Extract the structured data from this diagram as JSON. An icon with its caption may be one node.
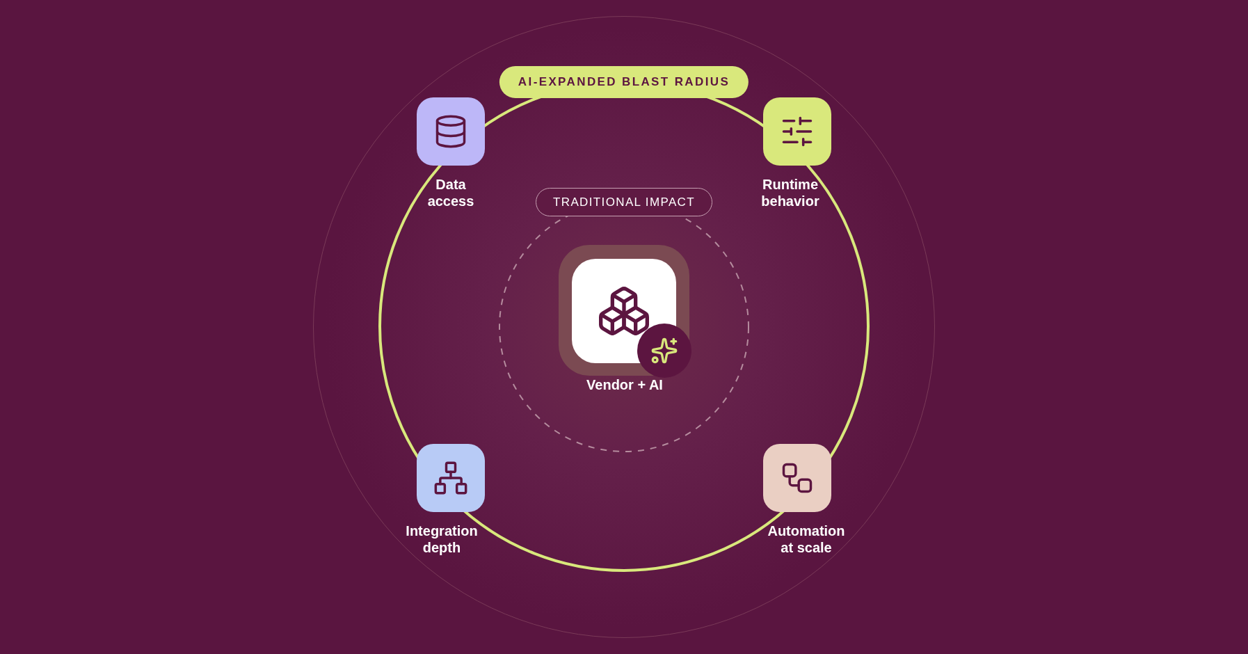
{
  "diagram": {
    "nodes": [
      {
        "text": [
          "AI-EXPANDED BLAST RADIUS"
        ]
      },
      {
        "text": [
          "Data access"
        ],
        "in": 0
      },
      {
        "text": [
          "Runtime behavior"
        ],
        "in": 0
      },
      {
        "text": [
          "TRADITIONAL IMPACT"
        ],
        "in": 0
      },
      {
        "text": [
          "Vendor + AI"
        ],
        "in": 3
      },
      {
        "text": [
          "Integration depth"
        ],
        "in": 0
      },
      {
        "text": [
          "Automation at scale"
        ],
        "in": 0
      }
    ]
  }
}
